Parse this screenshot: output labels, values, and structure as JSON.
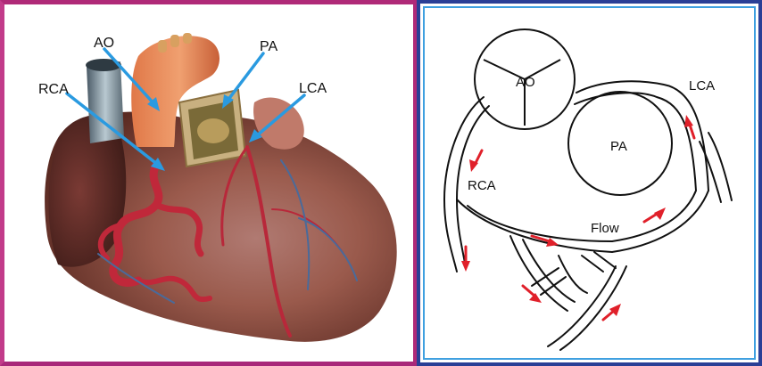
{
  "left_panel": {
    "labels": {
      "ao": "AO",
      "pa": "PA",
      "rca": "RCA",
      "lca": "LCA"
    }
  },
  "right_panel": {
    "labels": {
      "ao": "AO",
      "pa": "PA",
      "lca": "LCA",
      "rca": "RCA",
      "flow": "Flow"
    }
  },
  "colors": {
    "left_frame": "#b02a78",
    "right_frame_outer": "#2a3f96",
    "right_frame_inner": "#3fa0e0",
    "pointer_arrow": "#2a9ae0",
    "flow_arrow": "#e0202a",
    "vessel_red": "#c0283a",
    "heart_muscle": "#8a4a3a"
  },
  "icons": {
    "pointer": "arrow-icon",
    "flow": "flow-arrow-icon"
  }
}
